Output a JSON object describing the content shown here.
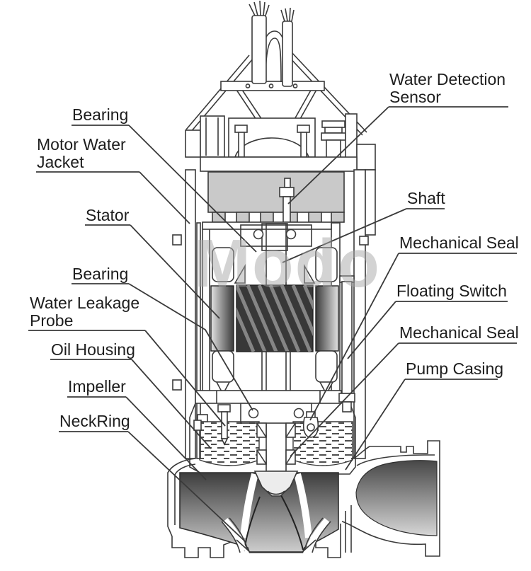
{
  "watermark": {
    "text": "Modo"
  },
  "diagram": {
    "type": "submersible-sewage-pump-cross-section",
    "colors": {
      "line": "#3a3a3a",
      "motor_cap_fill": "#c9c9c9",
      "rotor_fill": "#383838",
      "watermark_gray": "#a8a8a8",
      "background": "#ffffff"
    },
    "labels_left": [
      {
        "id": "bearing-top",
        "text": "Bearing"
      },
      {
        "id": "motor-water-jacket",
        "text": "Motor Water Jacket"
      },
      {
        "id": "stator",
        "text": "Stator"
      },
      {
        "id": "bearing-lower",
        "text": "Bearing"
      },
      {
        "id": "water-leakage-probe",
        "text": "Water Leakage Probe"
      },
      {
        "id": "oil-housing",
        "text": "Oil Housing"
      },
      {
        "id": "impeller",
        "text": "Impeller"
      },
      {
        "id": "neck-ring",
        "text": "NeckRing"
      }
    ],
    "labels_right": [
      {
        "id": "water-detection-sensor",
        "text": "Water Detection Sensor"
      },
      {
        "id": "shaft",
        "text": "Shaft"
      },
      {
        "id": "mechanical-seal-upper",
        "text": "Mechanical Seal"
      },
      {
        "id": "floating-switch",
        "text": "Floating Switch"
      },
      {
        "id": "mechanical-seal-lower",
        "text": "Mechanical Seal"
      },
      {
        "id": "pump-casing",
        "text": "Pump Casing"
      }
    ]
  }
}
